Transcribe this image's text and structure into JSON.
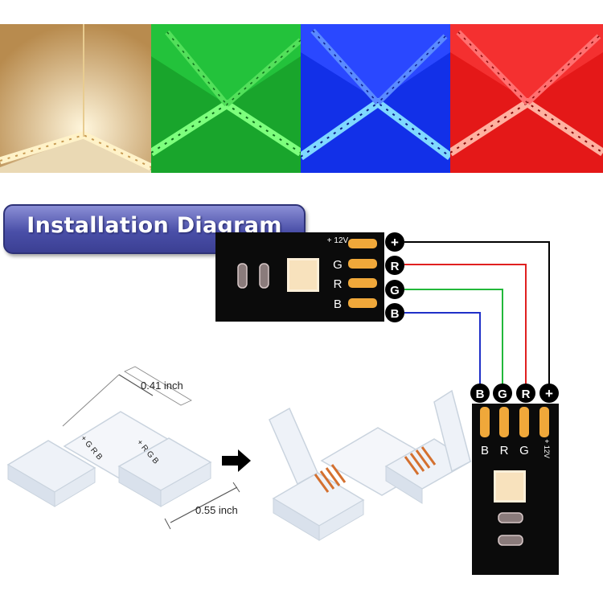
{
  "banner": {
    "title": "Installation Diagram"
  },
  "photos": [
    {
      "name": "warm-white",
      "color": "#f3d9a2"
    },
    {
      "name": "green",
      "color": "#20c63a"
    },
    {
      "name": "blue",
      "color": "#1d3cf0"
    },
    {
      "name": "red",
      "color": "#ef1f1f"
    }
  ],
  "strip_top": {
    "pads": [
      "+ 12V",
      "G",
      "R",
      "B"
    ]
  },
  "strip_bottom": {
    "pads": [
      "B",
      "R",
      "G",
      "+ 12V"
    ]
  },
  "wire_labels": {
    "plus": "+",
    "r": "R",
    "g": "G",
    "b": "B"
  },
  "wire_colors": {
    "plus": "#000000",
    "r": "#e02020",
    "g": "#22b83a",
    "b": "#2030c8"
  },
  "connector": {
    "width_label": "0.41 inch",
    "length_label": "0.55 inch",
    "marking_1": "+ G R B",
    "marking_2": "+ R G B"
  }
}
